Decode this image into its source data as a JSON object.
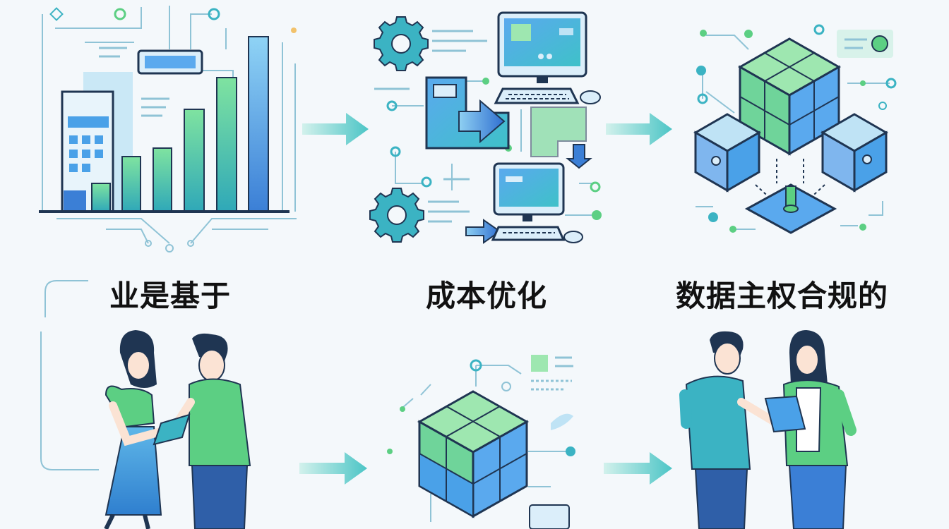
{
  "labels": {
    "step_1": "业是基于",
    "step_2": "成本优化",
    "step_3": "数据主权合规的"
  },
  "colors": {
    "background": "#f4f8fb",
    "line": "#8fc3d6",
    "blue": "#3b7fd6",
    "blue_light": "#7fb6ee",
    "teal": "#3bb3c3",
    "green": "#5ccf83",
    "dark_outline": "#1f3552",
    "arrow_gradient_start": "#d2f1ec",
    "arrow_gradient_end": "#4cc5c6"
  },
  "icons": [
    "building-icon",
    "bar-chart-icon",
    "gear-icon",
    "monitor-icon",
    "keyboard-icon",
    "server-icon",
    "cube-icon",
    "person-icon",
    "tablet-icon",
    "flow-arrow-icon"
  ]
}
